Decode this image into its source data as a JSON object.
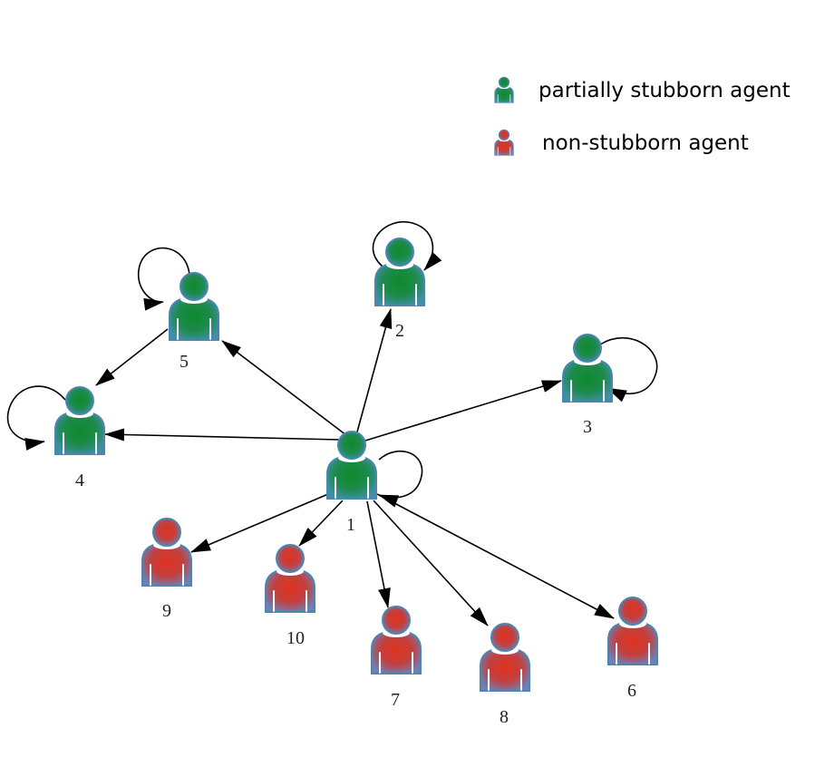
{
  "legend": {
    "partially_stubborn": "partially stubborn agent",
    "non_stubborn": "non-stubborn agent"
  },
  "colors": {
    "partially_stubborn_center": "#0e8a2c",
    "partially_stubborn_edge": "#3f8fa8",
    "non_stubborn_center": "#e0321e",
    "non_stubborn_edge": "#6f7fb8",
    "outline": "#4a86b0",
    "arrow": "#000000"
  },
  "nodes": [
    {
      "id": "1",
      "label": "1",
      "type": "partially-stubborn",
      "self_loop": true
    },
    {
      "id": "2",
      "label": "2",
      "type": "partially-stubborn",
      "self_loop": true
    },
    {
      "id": "3",
      "label": "3",
      "type": "partially-stubborn",
      "self_loop": true
    },
    {
      "id": "4",
      "label": "4",
      "type": "partially-stubborn",
      "self_loop": true
    },
    {
      "id": "5",
      "label": "5",
      "type": "partially-stubborn",
      "self_loop": true
    },
    {
      "id": "6",
      "label": "6",
      "type": "non-stubborn",
      "self_loop": false
    },
    {
      "id": "7",
      "label": "7",
      "type": "non-stubborn",
      "self_loop": false
    },
    {
      "id": "8",
      "label": "8",
      "type": "non-stubborn",
      "self_loop": false
    },
    {
      "id": "9",
      "label": "9",
      "type": "non-stubborn",
      "self_loop": false
    },
    {
      "id": "10",
      "label": "10",
      "type": "non-stubborn",
      "self_loop": false
    }
  ],
  "edges": [
    {
      "from": "1",
      "to": "2"
    },
    {
      "from": "1",
      "to": "3"
    },
    {
      "from": "1",
      "to": "4"
    },
    {
      "from": "1",
      "to": "5"
    },
    {
      "from": "5",
      "to": "4"
    },
    {
      "from": "1",
      "to": "6"
    },
    {
      "from": "1",
      "to": "7"
    },
    {
      "from": "1",
      "to": "8"
    },
    {
      "from": "1",
      "to": "9"
    },
    {
      "from": "1",
      "to": "10"
    }
  ]
}
